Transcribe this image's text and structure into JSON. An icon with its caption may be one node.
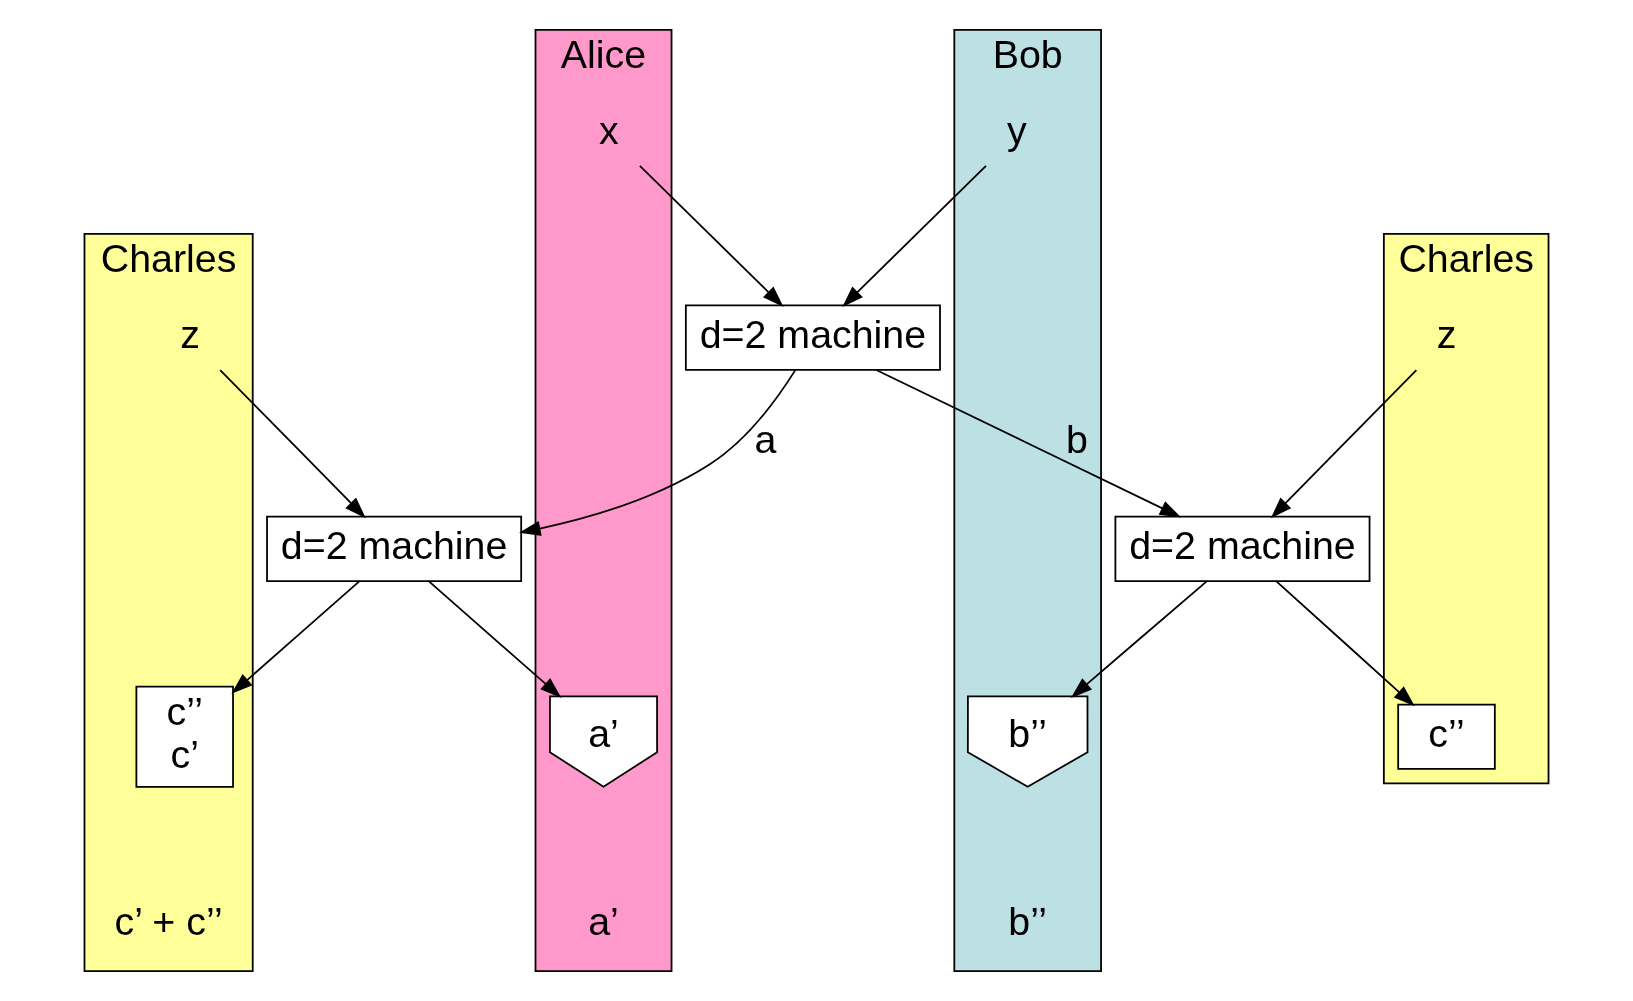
{
  "diagram": {
    "nodes": [
      {
        "text": [
          "Charles"
        ]
      },
      {
        "text": [
          "Alice"
        ]
      },
      {
        "text": [
          "Bob"
        ]
      },
      {
        "text": [
          "Charles"
        ]
      },
      {
        "text": [
          "x"
        ],
        "in": 1
      },
      {
        "text": [
          "y"
        ],
        "in": 2
      },
      {
        "text": [
          "d=2 machine"
        ]
      },
      {
        "text": [
          "z"
        ],
        "in": 0
      },
      {
        "text": [
          "d=2 machine"
        ]
      },
      {
        "text": [
          "z"
        ],
        "in": 3
      },
      {
        "text": [
          "d=2 machine"
        ]
      },
      {
        "text": [
          "c’’",
          "c’"
        ],
        "in": 0,
        "beside": [
          "c’ + c’’"
        ]
      },
      {
        "text": [
          "a’"
        ],
        "in": 1,
        "beside": [
          "a’"
        ]
      },
      {
        "text": [
          "b’’"
        ],
        "in": 2,
        "beside": [
          "b’’"
        ]
      },
      {
        "text": [
          "c’’"
        ],
        "in": 3
      }
    ],
    "edges": [
      {
        "from": 4,
        "to": 6,
        "arrow": "to"
      },
      {
        "from": 5,
        "to": 6,
        "arrow": "to"
      },
      {
        "from": 6,
        "to": 8,
        "label": "a",
        "arrow": "to"
      },
      {
        "from": 6,
        "to": 10,
        "label": "b",
        "arrow": "to"
      },
      {
        "from": 7,
        "to": 8,
        "arrow": "to"
      },
      {
        "from": 9,
        "to": 10,
        "arrow": "to"
      },
      {
        "from": 8,
        "to": 11,
        "arrow": "to"
      },
      {
        "from": 8,
        "to": 12,
        "arrow": "to"
      },
      {
        "from": 10,
        "to": 13,
        "arrow": "to"
      },
      {
        "from": 10,
        "to": 14,
        "arrow": "to"
      }
    ]
  }
}
